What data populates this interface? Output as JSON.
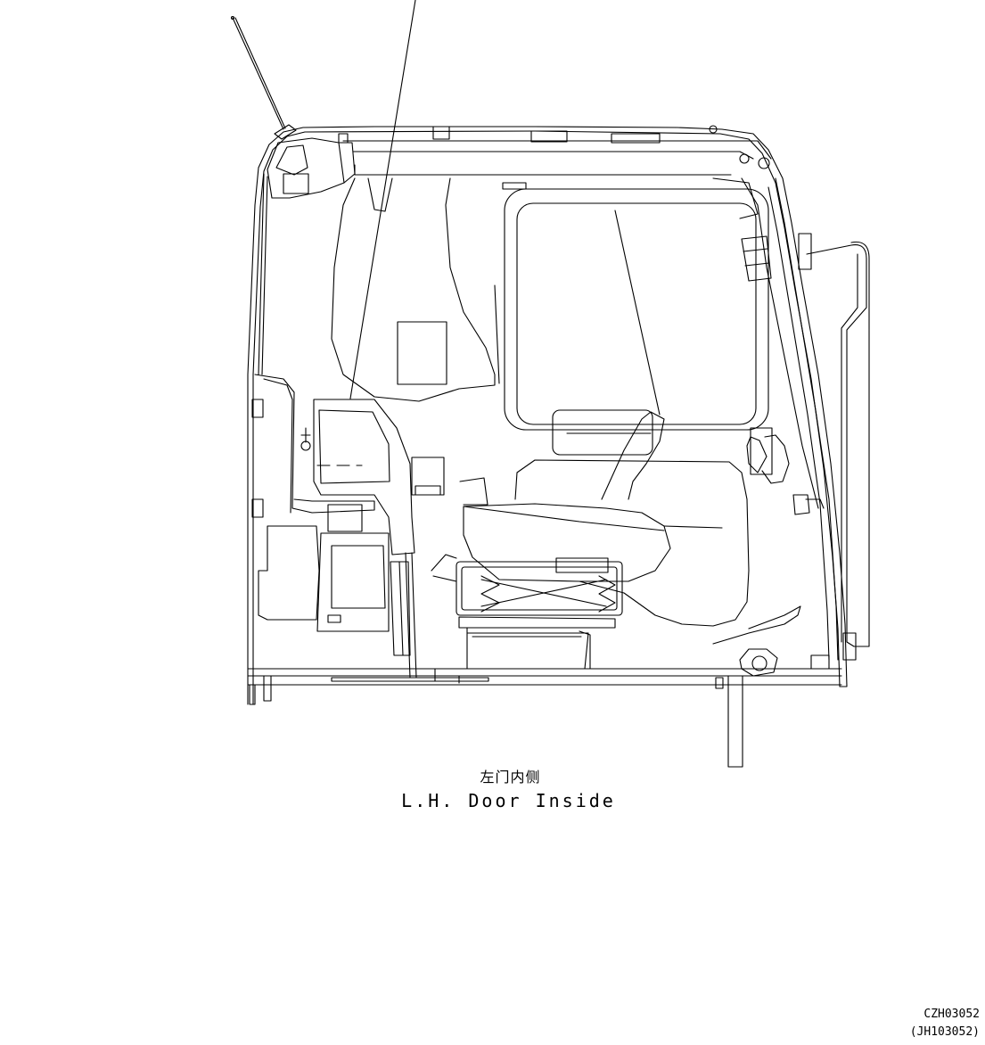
{
  "drawing": {
    "subject": "operator cab, left-hand door inside view",
    "line_color": "#000000",
    "background_color": "#ffffff"
  },
  "caption": {
    "chinese": "左门内侧",
    "english": "L.H.  Door  Inside"
  },
  "reference_codes": {
    "primary": "CZH03052",
    "secondary": "(JH103052)"
  }
}
